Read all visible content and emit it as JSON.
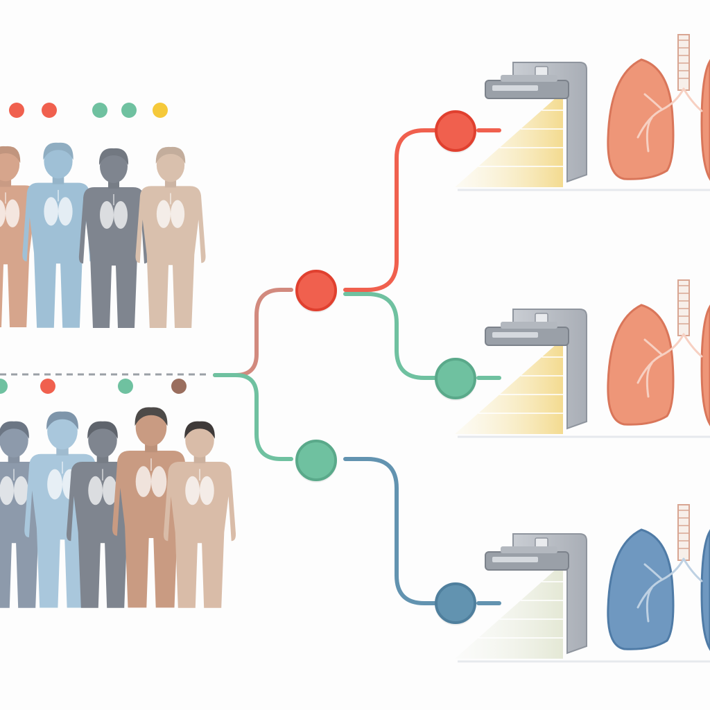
{
  "colors": {
    "background": "#fdfdfd",
    "red": "#f0604e",
    "red_stroke": "#e0402f",
    "green": "#6fc1a0",
    "green_stroke": "#5aa98a",
    "blue": "#6293b0",
    "blue_stroke": "#4f7f9d",
    "yellow": "#f5c93a",
    "brown": "#9a6e5e",
    "lung_red": "#ee9678",
    "lung_blue": "#6f98c0",
    "scanner": "#b9bec6",
    "beam": "#f5df9b",
    "dashed_line": "#9aa0a6"
  },
  "groups": [
    {
      "name": "population-group-top",
      "marker_dots": [
        "red",
        "red",
        "green",
        "green",
        "yellow"
      ],
      "people": [
        {
          "skin": "#d6a58c",
          "style": "partial"
        },
        {
          "skin": "#9fc0d6",
          "style": "full"
        },
        {
          "skin": "#7f858f",
          "style": "full"
        },
        {
          "skin": "#d9c0ad",
          "style": "full"
        }
      ]
    },
    {
      "name": "population-group-bottom",
      "marker_dots": [
        "green",
        "red",
        "green",
        "brown"
      ],
      "people": [
        {
          "skin": "#8d9aab",
          "style": "partial"
        },
        {
          "skin": "#a9c7dc",
          "style": "full"
        },
        {
          "skin": "#7f858f",
          "style": "full"
        },
        {
          "skin": "#c99b82",
          "style": "full"
        },
        {
          "skin": "#d9bca8",
          "style": "full"
        }
      ]
    }
  ],
  "tree": {
    "level1": [
      {
        "name": "node-red-mid",
        "color": "red"
      },
      {
        "name": "node-green-mid",
        "color": "green"
      }
    ],
    "leaves": [
      {
        "name": "leaf-red-top",
        "color": "red",
        "lung": "lung_red"
      },
      {
        "name": "leaf-green-mid",
        "color": "green",
        "lung": "lung_red"
      },
      {
        "name": "leaf-blue-bottom",
        "color": "blue",
        "lung": "lung_blue"
      }
    ]
  },
  "icons": [
    "person-icon",
    "scanner-icon",
    "lungs-icon"
  ]
}
